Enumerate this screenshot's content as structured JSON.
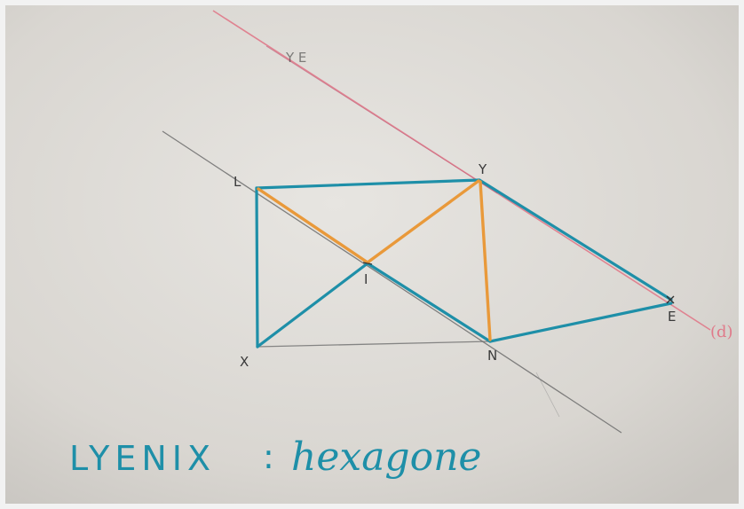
{
  "scene": {
    "paper_color": "#dedbd6",
    "colors": {
      "pencil": "#6e6e6e",
      "red_line": "#e07a8a",
      "blue": "#1e8fa8",
      "orange": "#e9993a"
    }
  },
  "labels": {
    "L": "L",
    "Y": "Y",
    "I": "I",
    "X": "X",
    "N": "N",
    "E": "E",
    "d": "(d)",
    "faint": "Y E"
  },
  "caption": {
    "word": "LYENIX",
    "separator": ":",
    "description": "hexagone"
  }
}
